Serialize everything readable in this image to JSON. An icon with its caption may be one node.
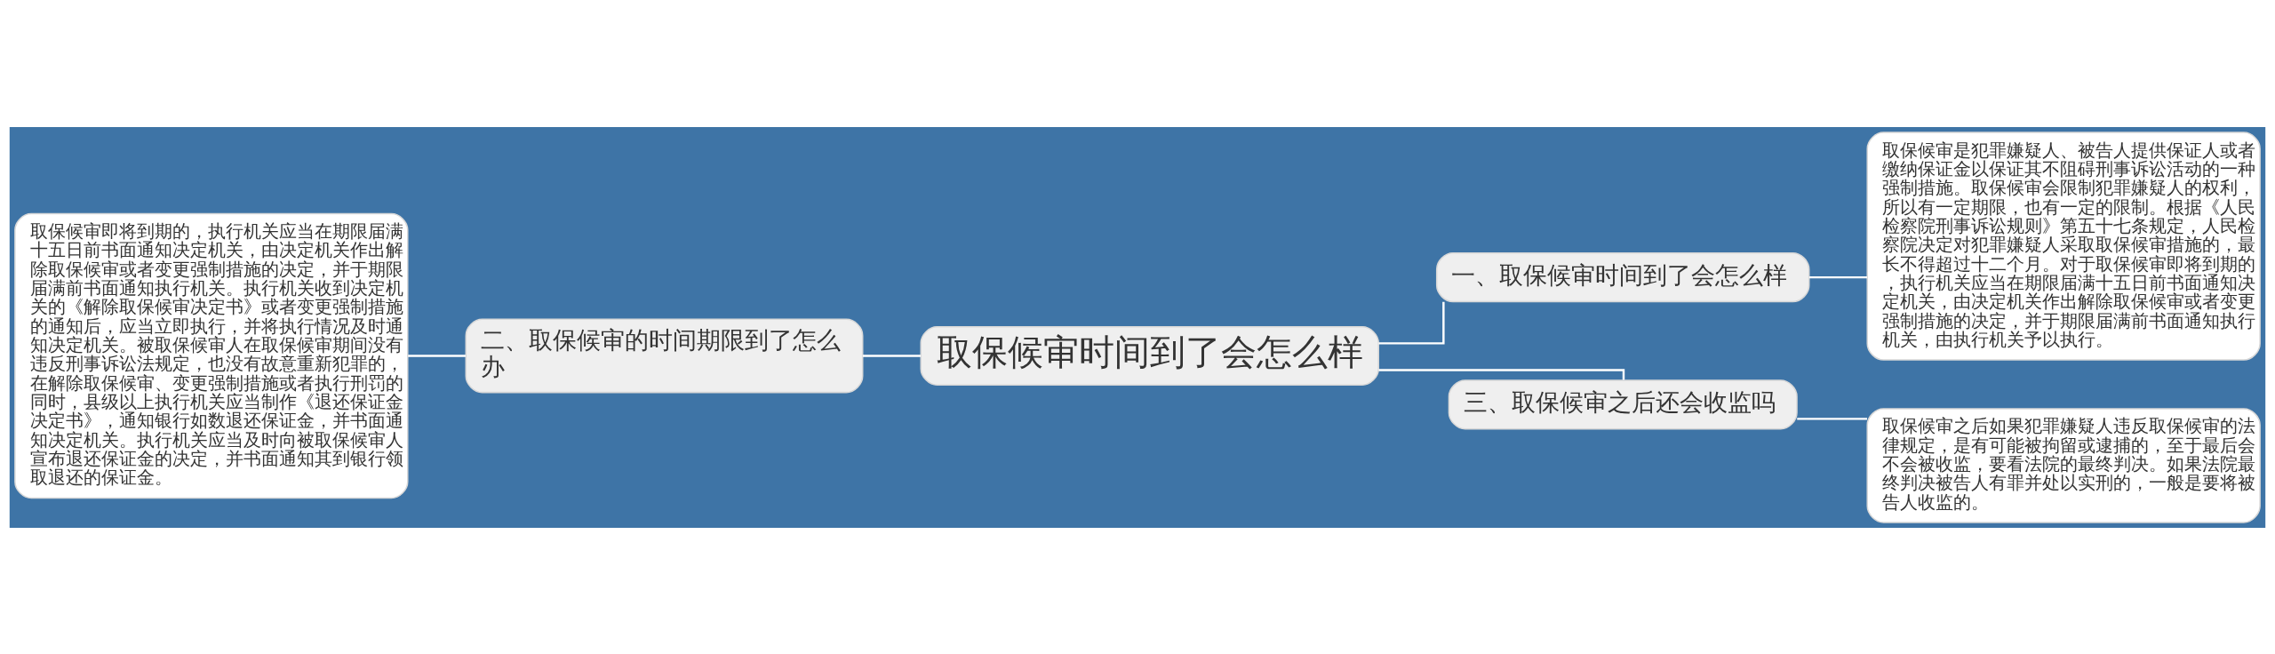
{
  "diagram": {
    "nodes": [
      {
        "text": [
          "取保候审时间到了会怎么样"
        ]
      },
      {
        "text": [
          "一、取保候审时间到了会怎么样"
        ]
      },
      {
        "text": [
          "取保候审是犯罪嫌疑人、被告人提供保证人或者缴纳保证金以保证其不阻碍刑事诉讼活动的一种强制措施。取保候审会限制犯罪嫌疑人的权利，所以有一定期限，也有一定的限制。根据《人民检察院刑事诉讼规则》第五十七条规定，人民检察院决定对犯罪嫌疑人采取取保候审措施的，最长不得超过十二个月。对于取保候审即将到期的，执行机关应当在期限届满十五日前书面通知决定机关，由决定机关作出解除取保候审或者变更强制措施的决定，并于期限届满前书面通知执行机关，由执行机关予以执行。"
        ]
      },
      {
        "text": [
          "三、取保候审之后还会收监吗"
        ]
      },
      {
        "text": [
          "取保候审之后如果犯罪嫌疑人违反取保候审的法律规定，是有可能被拘留或逮捕的，至于最后会不会被收监，要看法院的最终判决。如果法院最终判决被告人有罪并处以实刑的，一般是要将被告人收监的。"
        ]
      },
      {
        "text": [
          "二、取保候审的时间期限到了怎么办"
        ]
      },
      {
        "text": [
          "取保候审即将到期的，执行机关应当在期限届满十五日前书面通知决定机关，由决定机关作出解除取保候审或者变更强制措施的决定，并于期限届满前书面通知执行机关。执行机关收到决定机关的《解除取保候审决定书》或者变更强制措施的通知后，应当立即执行，并将执行情况及时通知决定机关。被取保候审人在取保候审期间没有违反刑事诉讼法规定，也没有故意重新犯罪的，在解除取保候审、变更强制措施或者执行刑罚的同时，县级以上执行机关应当制作《退还保证金决定书》，通知银行如数退还保证金，并书面通知决定机关。执行机关应当及时向被取保候审人宣布退还保证金的决定，并书面通知其到银行领取退还的保证金。"
        ]
      }
    ],
    "edges": [
      {
        "from": 0,
        "to": 1,
        "arrow": "none"
      },
      {
        "from": 1,
        "to": 2,
        "arrow": "none"
      },
      {
        "from": 0,
        "to": 3,
        "arrow": "none"
      },
      {
        "from": 3,
        "to": 4,
        "arrow": "none"
      },
      {
        "from": 0,
        "to": 5,
        "arrow": "none"
      },
      {
        "from": 5,
        "to": 6,
        "arrow": "none"
      }
    ]
  }
}
